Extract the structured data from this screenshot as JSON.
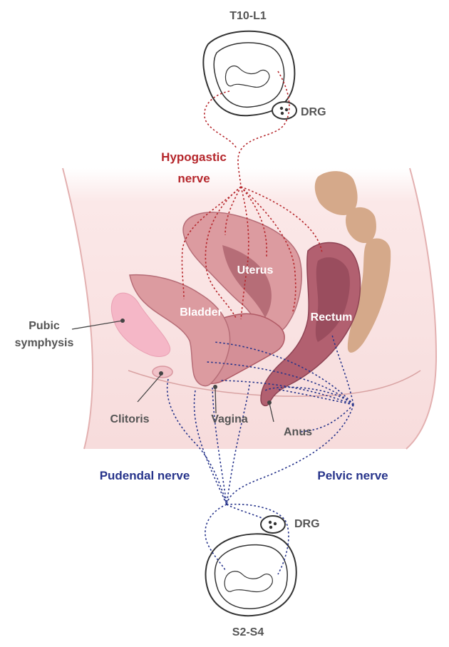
{
  "colors": {
    "label_gray": "#555555",
    "organ_label": "#ffffff",
    "sympathetic": "#b5262b",
    "parasympathetic": "#27348b",
    "skin": "#f9e1e1",
    "skin_edge": "#e8b3b3",
    "organ": "#dc9ba0",
    "organ_dark": "#b66d77",
    "organ_edge": "#b05a65",
    "rectum": "#b26070",
    "bone": "#d5a98a",
    "pubic": "#f5b7c7"
  },
  "labels": {
    "spine_top": "T10-L1",
    "spine_bottom": "S2-S4",
    "drg_top": "DRG",
    "drg_bottom": "DRG",
    "hypogastric_line1": "Hypogastic",
    "hypogastric_line2": "nerve",
    "pudendal": "Pudendal nerve",
    "pelvic": "Pelvic nerve",
    "pubic_line1": "Pubic",
    "pubic_line2": "symphysis",
    "clitoris": "Clitoris",
    "vagina": "Vagina",
    "anus": "Anus",
    "bladder": "Bladder",
    "uterus": "Uterus",
    "rectum": "Rectum"
  }
}
